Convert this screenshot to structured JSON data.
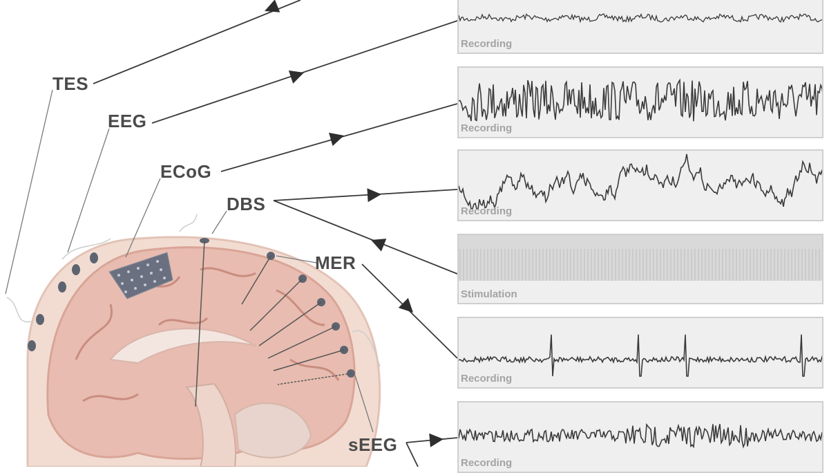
{
  "labels": {
    "tes": "TES",
    "eeg": "EEG",
    "ecog": "ECoG",
    "dbs": "DBS",
    "mer": "MER",
    "seeg": "sEEG"
  },
  "panels": [
    {
      "caption": "Recording",
      "kind": "low-amplitude-noise"
    },
    {
      "caption": "Recording",
      "kind": "high-amplitude-noise"
    },
    {
      "caption": "Recording",
      "kind": "slow-wave"
    },
    {
      "caption": "Stimulation",
      "kind": "pulse-train"
    },
    {
      "caption": "Recording",
      "kind": "spikes"
    },
    {
      "caption": "Recording",
      "kind": "dense-noise"
    }
  ],
  "colors": {
    "label": "#4a4a4a",
    "line": "#3a3a3a",
    "panel_bg": "#efefef",
    "panel_border": "#cfcfcf",
    "caption": "#a3a3a3",
    "brain": "#e8bcb0",
    "skull": "#f2dcd2",
    "electrode": "#5d6470"
  },
  "icons": {
    "arrowhead": "triangle-arrow",
    "electrode": "electrode-icon",
    "ecog_grid": "ecog-grid-icon"
  }
}
